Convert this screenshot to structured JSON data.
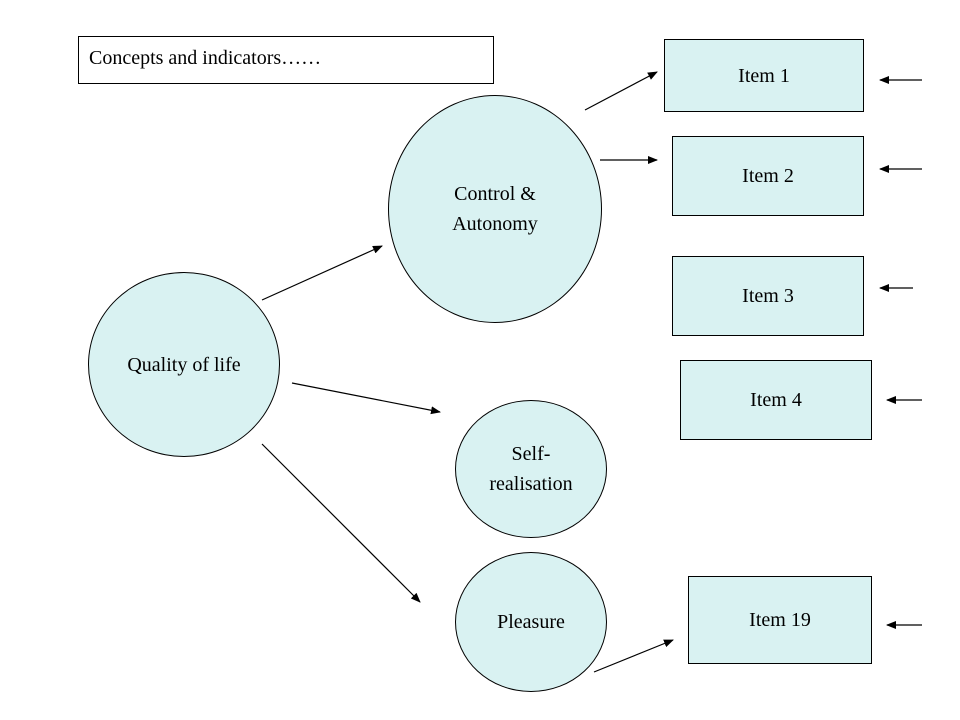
{
  "title": "Concepts and indicators……",
  "concepts": {
    "root": "Quality of life",
    "control": "Control &\nAutonomy",
    "self": "Self-\nrealisation",
    "pleasure": "Pleasure"
  },
  "items": [
    "Item 1",
    "Item 2",
    "Item 3",
    "Item 4",
    "Item 19"
  ],
  "colors": {
    "node_fill": "#d9f2f2",
    "line": "#000000"
  }
}
